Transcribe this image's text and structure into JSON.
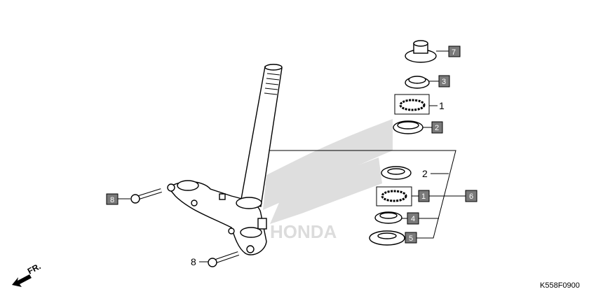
{
  "diagram": {
    "watermark": "HONDA",
    "diagram_code": "K558F0900",
    "direction_label": "FR.",
    "callouts": [
      {
        "ref": "7",
        "style": "boxed"
      },
      {
        "ref": "3",
        "style": "boxed"
      },
      {
        "ref": "1",
        "style": "plain"
      },
      {
        "ref": "2",
        "style": "boxed"
      },
      {
        "ref": "2",
        "style": "plain"
      },
      {
        "ref": "1",
        "style": "boxed"
      },
      {
        "ref": "6",
        "style": "boxed"
      },
      {
        "ref": "4",
        "style": "boxed"
      },
      {
        "ref": "5",
        "style": "boxed"
      },
      {
        "ref": "8",
        "style": "boxed"
      },
      {
        "ref": "8",
        "style": "plain"
      }
    ],
    "colors": {
      "callout_box": "#7a7a7a",
      "watermark": "#dedede"
    }
  }
}
